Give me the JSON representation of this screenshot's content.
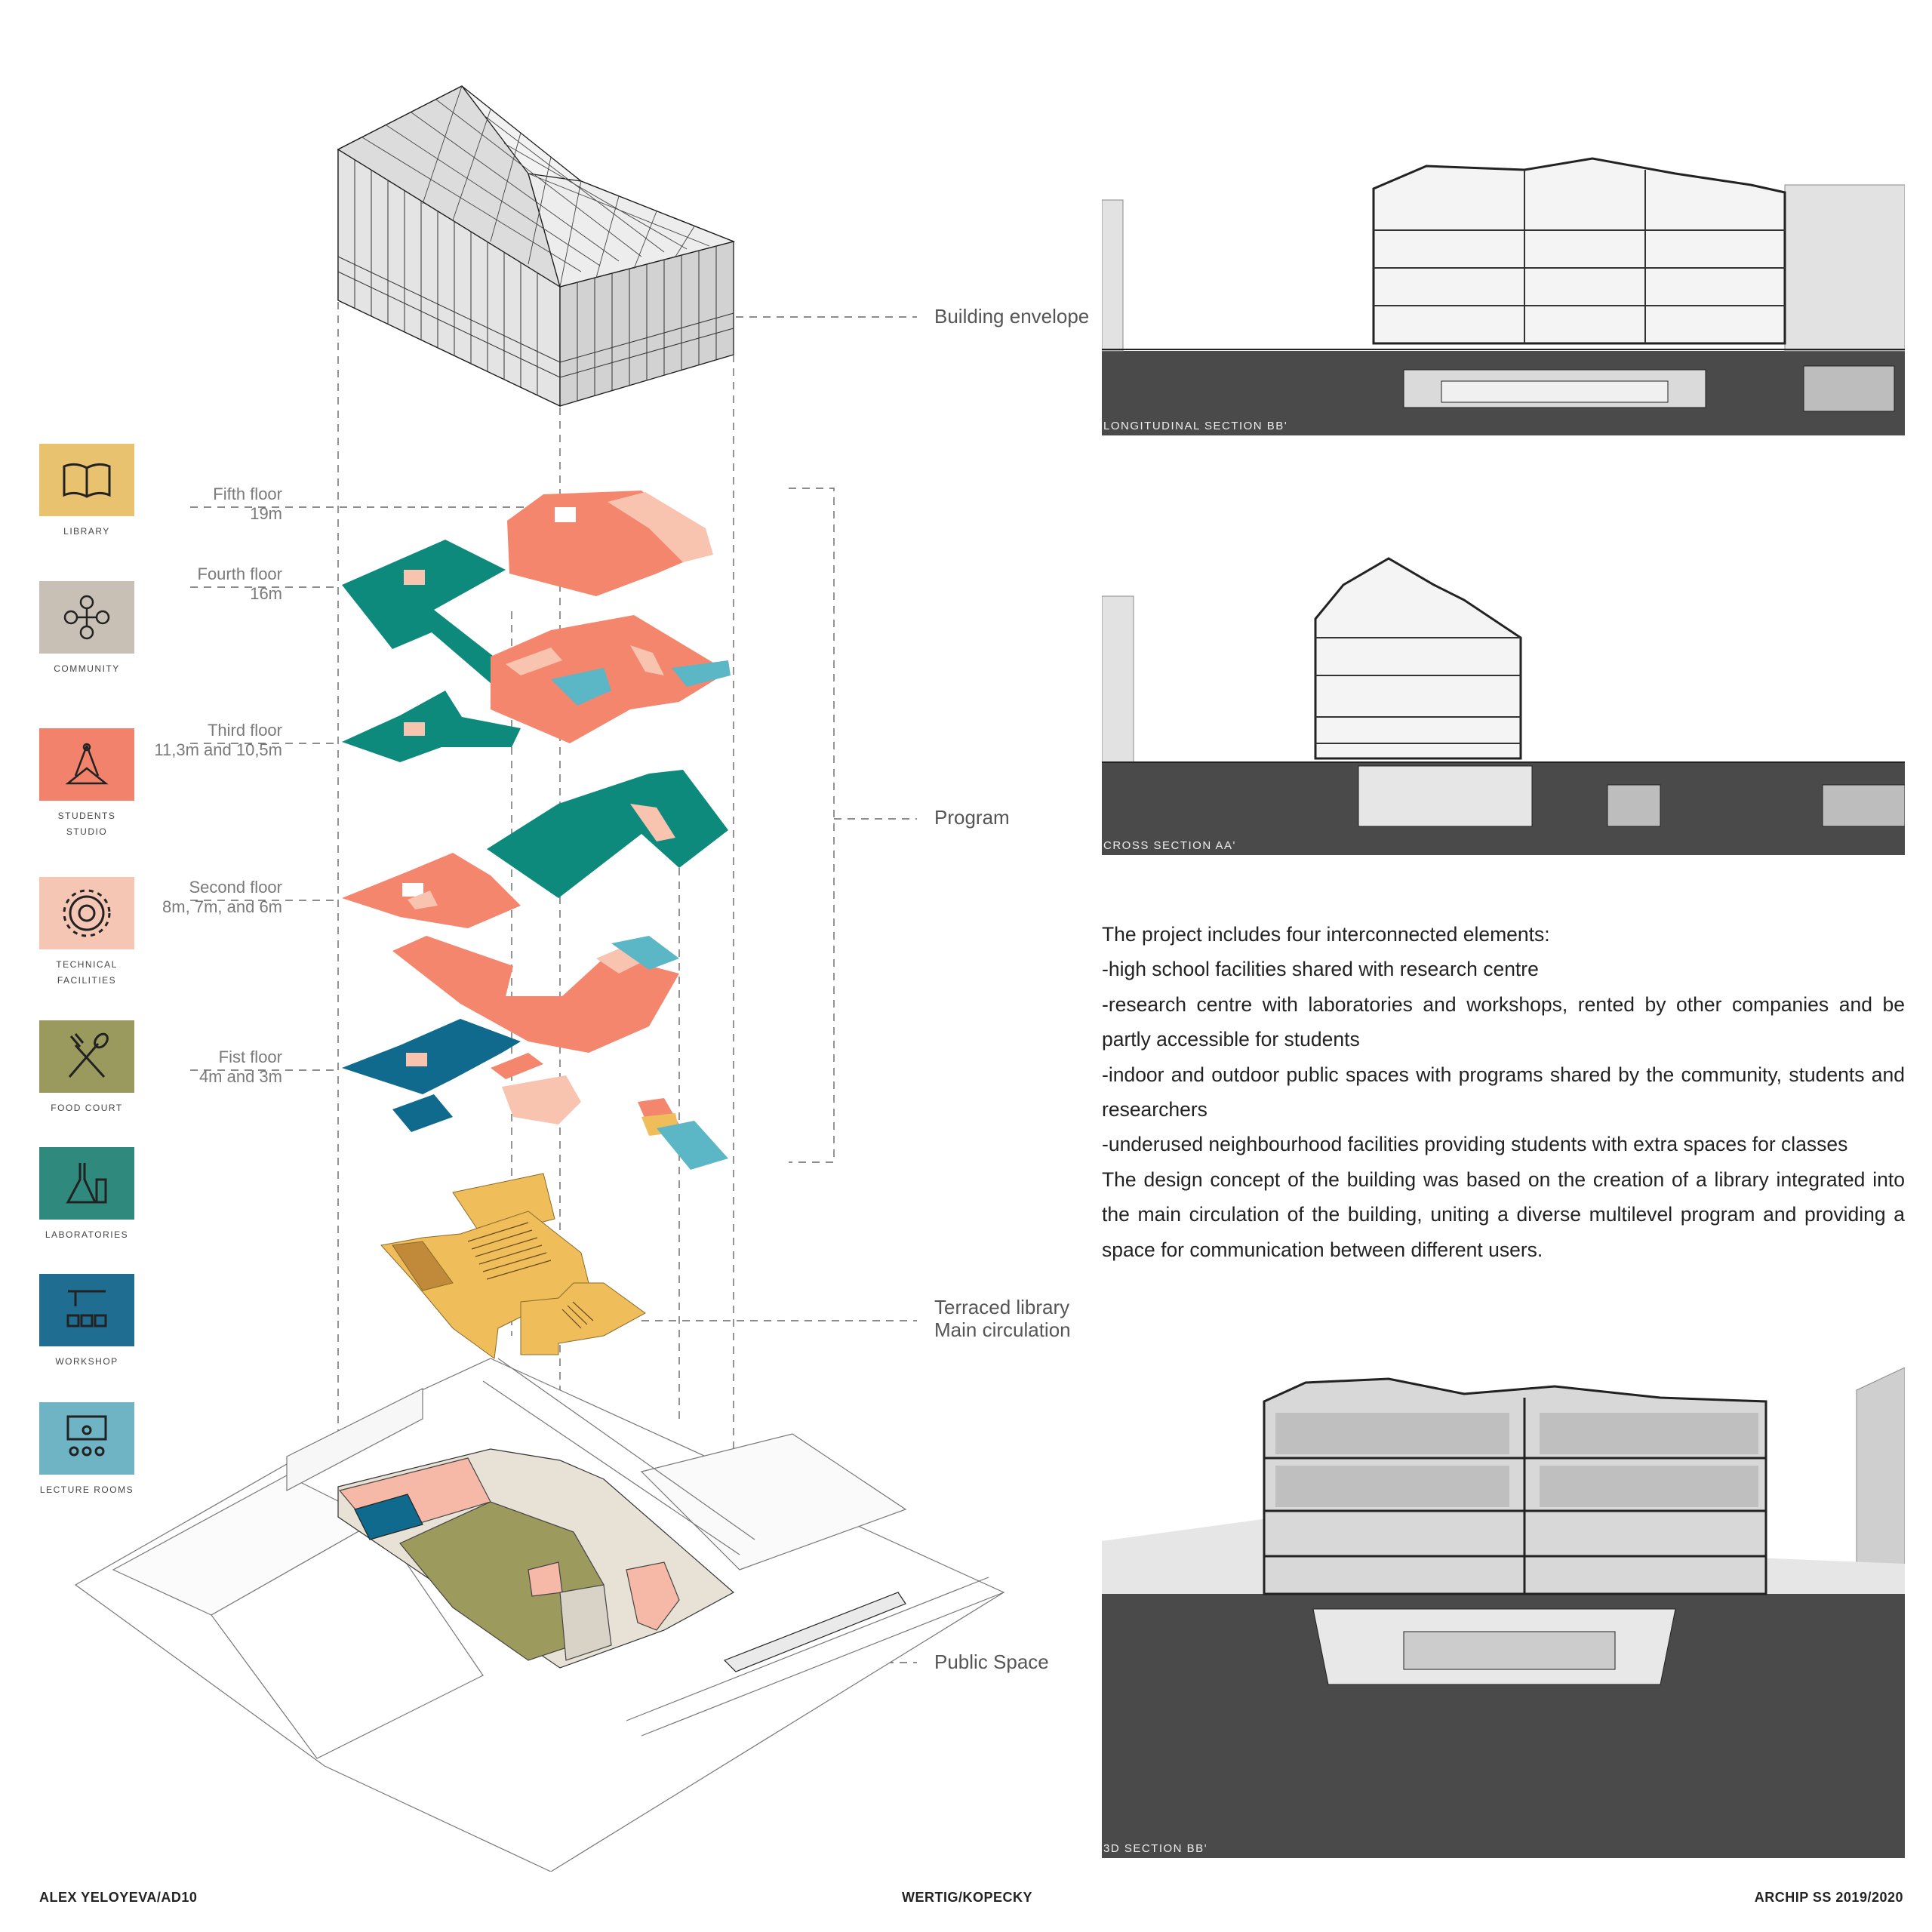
{
  "legend": [
    {
      "label": "LIBRARY",
      "color": "#e9c26f",
      "icon": "open-book-icon"
    },
    {
      "label": "COMMUNITY",
      "color": "#c9c0b5",
      "icon": "people-network-icon"
    },
    {
      "label": "STUDENTS STUDIO",
      "color": "#f2826b",
      "icon": "drafting-tools-icon"
    },
    {
      "label": "TECHNICAL FACILITIES",
      "color": "#f6c6b5",
      "icon": "gear-icon"
    },
    {
      "label": "FOOD COURT",
      "color": "#9a9a5e",
      "icon": "fork-spoon-icon"
    },
    {
      "label": "LABORATORIES",
      "color": "#2f8a7d",
      "icon": "flask-icon"
    },
    {
      "label": "WORKSHOP",
      "color": "#1f6e92",
      "icon": "robot-arm-icon"
    },
    {
      "label": "LECTURE ROOMS",
      "color": "#6fb4c4",
      "icon": "lecturer-icon"
    }
  ],
  "floors": [
    {
      "name": "Fifth floor",
      "height": "19m"
    },
    {
      "name": "Fourth floor",
      "height": "16m"
    },
    {
      "name": "Third floor",
      "height": "11,3m and 10,5m"
    },
    {
      "name": "Second floor",
      "height": "8m, 7m, and 6m"
    },
    {
      "name": "Fist floor",
      "height": "4m and 3m"
    }
  ],
  "callouts": {
    "envelope": "Building envelope",
    "program": "Program",
    "terraced_line1": "Terraced library",
    "terraced_line2": "Main circulation",
    "public_space": "Public Space"
  },
  "sections": {
    "longitudinal": "LONGITUDINAL SECTION BB'",
    "cross": "CROSS SECTION AA'",
    "section3d": "3D SECTION BB'"
  },
  "description": [
    "The project includes four interconnected elements:",
    "-high school facilities shared with research centre",
    "-research centre with laboratories and workshops, rented by other companies and be partly accessible for students",
    "-indoor and outdoor public spaces with programs shared by the community, students and researchers",
    "-underused neighbourhood facilities providing students with extra spaces for classes",
    "The design concept of the building was based on the creation of a library integrated into the main circulation of the building, uniting a diverse multilevel program and providing a space for communication between different users."
  ],
  "footer": {
    "author": "ALEX YELOYEVA/AD10",
    "tutors": "WERTIG/KOPECKY",
    "course": "ARCHIP SS 2019/2020"
  },
  "colors": {
    "teal": "#0e8a7d",
    "salmon": "#f4866e",
    "light_pink": "#f8c4b0",
    "light_blue": "#5bb6c6",
    "dark_blue": "#0f6a8e",
    "gold": "#f0bd5b",
    "olive": "#9d9a5e",
    "dark_ground": "#4a4a4a"
  }
}
